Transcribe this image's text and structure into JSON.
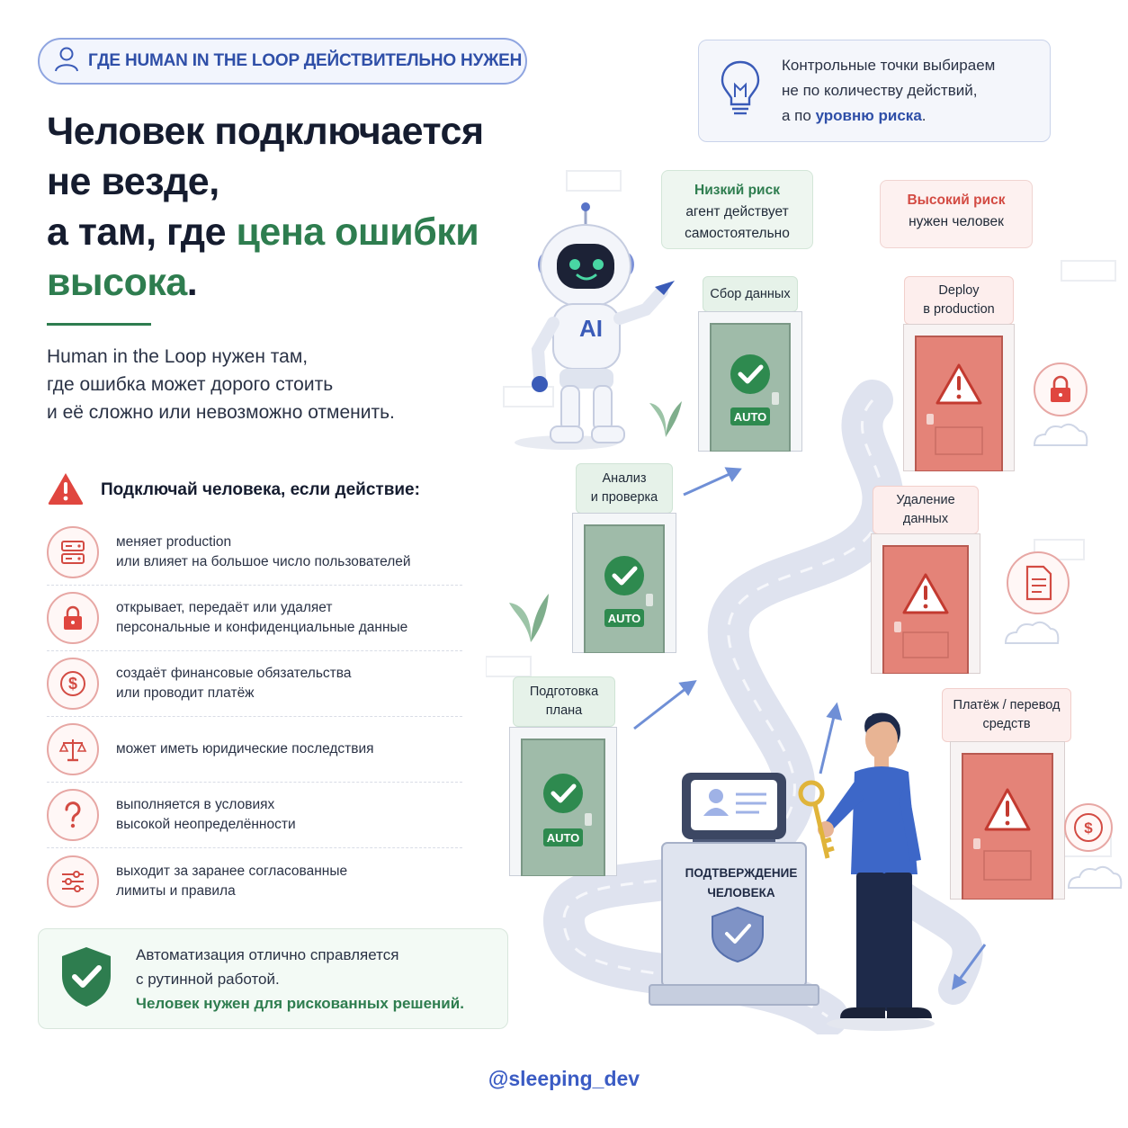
{
  "badge": {
    "icon": "user-icon",
    "label": "ГДЕ HUMAN IN THE LOOP ДЕЙСТВИТЕЛЬНО НУЖЕН"
  },
  "title": {
    "line1": "Человек подключается",
    "line2": "не везде,",
    "line3_prefix": "а там, где ",
    "line3_highlight": "цена ошибки",
    "line4_highlight": "высока",
    "line4_suffix": "."
  },
  "subtitle": {
    "line1": "Human in the Loop нужен там,",
    "line2": "где ошибка может дорого стоить",
    "line3": "и её сложно или невозможно отменить."
  },
  "criteria": {
    "heading": "Подключай человека, если действие:",
    "heading_icon": "warning-icon",
    "items": [
      {
        "icon": "server-icon",
        "line1": "меняет production",
        "line2": "или влияет на большое число пользователей"
      },
      {
        "icon": "lock-icon",
        "line1": "открывает, передаёт или удаляет",
        "line2": "персональные и конфиденциальные данные"
      },
      {
        "icon": "dollar-icon",
        "line1": "создаёт финансовые обязательства",
        "line2": "или проводит платёж"
      },
      {
        "icon": "scales-icon",
        "line1": "может иметь юридические последствия",
        "line2": ""
      },
      {
        "icon": "question-icon",
        "line1": "выполняется в условиях",
        "line2": "высокой неопределённости"
      },
      {
        "icon": "sliders-icon",
        "line1": "выходит за заранее согласованные",
        "line2": "лимиты и правила"
      }
    ]
  },
  "bottom": {
    "icon": "shield-check-icon",
    "line1": "Автоматизация отлично справляется",
    "line2": "с рутинной работой.",
    "accent": "Человек нужен для рискованных решений."
  },
  "signature": "@sleeping_dev",
  "tip": {
    "icon": "lightbulb-icon",
    "line1": "Контрольные точки выбираем",
    "line2": "не по количеству действий,",
    "line3_prefix": "а по ",
    "line3_accent": "уровню риска",
    "line3_suffix": "."
  },
  "risk_low": {
    "title": "Низкий риск",
    "line1": "агент действует",
    "line2": "самостоятельно"
  },
  "risk_high": {
    "title": "Высокий риск",
    "line1": "нужен человек"
  },
  "doors_auto": [
    {
      "line1": "Сбор данных",
      "line2": "",
      "tag": "AUTO"
    },
    {
      "line1": "Анализ",
      "line2": "и проверка",
      "tag": "AUTO"
    },
    {
      "line1": "Подготовка",
      "line2": "плана",
      "tag": "AUTO"
    }
  ],
  "doors_risk": [
    {
      "line1": "Deploy",
      "line2": "в production",
      "side_icon": "lock-icon"
    },
    {
      "line1": "Удаление",
      "line2": "данных",
      "side_icon": "document-icon"
    },
    {
      "line1": "Платёж / перевод",
      "line2": "средств",
      "side_icon": "dollar-icon"
    }
  ],
  "robot": {
    "chest_label": "AI"
  },
  "checkpoint": {
    "line1": "ПОДТВЕРЖДЕНИЕ",
    "line2": "ЧЕЛОВЕКА"
  },
  "colors": {
    "green": "#2e7d4f",
    "red": "#d34b43",
    "blue": "#2f4fa8"
  }
}
